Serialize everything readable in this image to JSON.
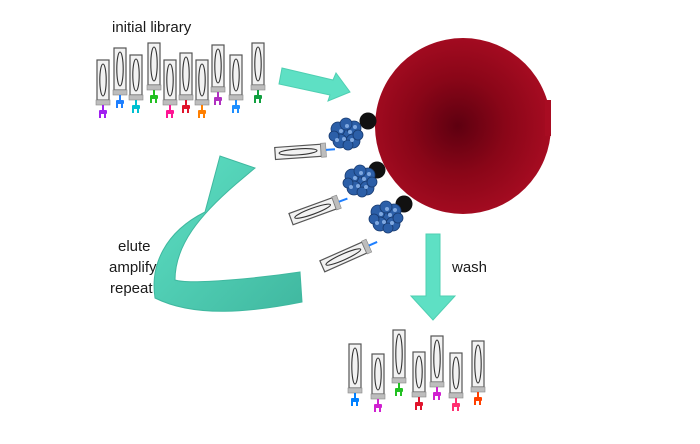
{
  "labels": {
    "initial_library": "initial library",
    "elute": "elute",
    "amplify": "amplify",
    "repeat": "repeat",
    "wash": "wash"
  },
  "colors": {
    "bead": "#9e0a1e",
    "bead_center": "#5e0010",
    "arrow_teal": "#5ee0c4",
    "arrow_teal_dark": "#3fb89f",
    "target_protein": "#2c5fa8",
    "binding_site": "#111111",
    "phage_frame": "#555555",
    "phage_fill": "#f2f2f2",
    "phage_base": "#bdbdbd"
  },
  "initial_library_tag_colors": [
    "#a020f0",
    "#1e7fff",
    "#00c0d0",
    "#22c022",
    "#ff1493",
    "#e0142c",
    "#ff7f00",
    "#b030c0",
    "#1e8fff",
    "#11a040"
  ],
  "eluted_tag_colors": [
    "#0080ff",
    "#d020d0",
    "#22c022",
    "#e0142c",
    "#d020d0",
    "#ff3070",
    "#ff4000"
  ]
}
